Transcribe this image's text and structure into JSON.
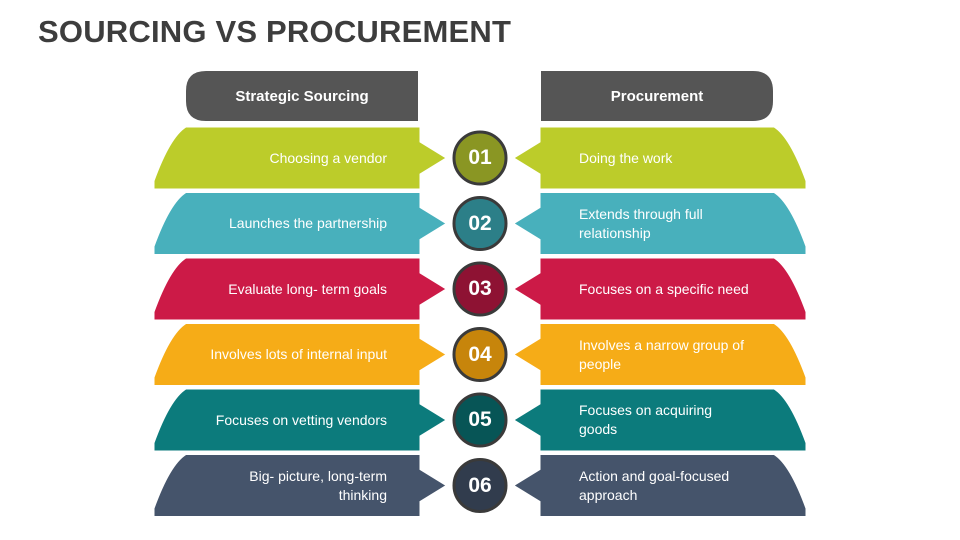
{
  "title": "SOURCING VS PROCUREMENT",
  "headers": {
    "left": "Strategic Sourcing",
    "right": "Procurement",
    "color": "#555555"
  },
  "rows": [
    {
      "number": "01",
      "left": "Choosing a vendor",
      "right": "Doing the work",
      "color": "#bccc2a",
      "circle": "#8a9623"
    },
    {
      "number": "02",
      "left": "Launches the partnership",
      "right": "Extends through full relationship",
      "color": "#48b0bc",
      "circle": "#2c7f88"
    },
    {
      "number": "03",
      "left": "Evaluate long- term goals",
      "right": "Focuses on a specific need",
      "color": "#cc1a47",
      "circle": "#8e1233"
    },
    {
      "number": "04",
      "left": "Involves lots of internal input",
      "right": "Involves a narrow group of people",
      "color": "#f6ac17",
      "circle": "#c7850b"
    },
    {
      "number": "05",
      "left": "Focuses on vetting vendors",
      "right": "Focuses on acquiring goods",
      "color": "#0c7b7c",
      "circle": "#075556"
    },
    {
      "number": "06",
      "left": "Big- picture, long-term thinking",
      "right": "Action and goal-focused approach",
      "color": "#45546b",
      "circle": "#313c4d"
    }
  ]
}
